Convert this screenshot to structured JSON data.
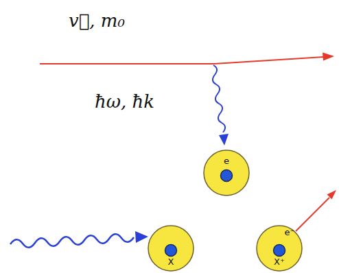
{
  "diagram": {
    "nodes": [
      {
        "text": [
          "e"
        ]
      },
      {
        "text": [
          "X"
        ]
      },
      {
        "text": [
          "e⁻",
          "X⁺"
        ]
      }
    ],
    "labels": [
      "v⃗, m₀",
      "ħω, ħk"
    ]
  }
}
